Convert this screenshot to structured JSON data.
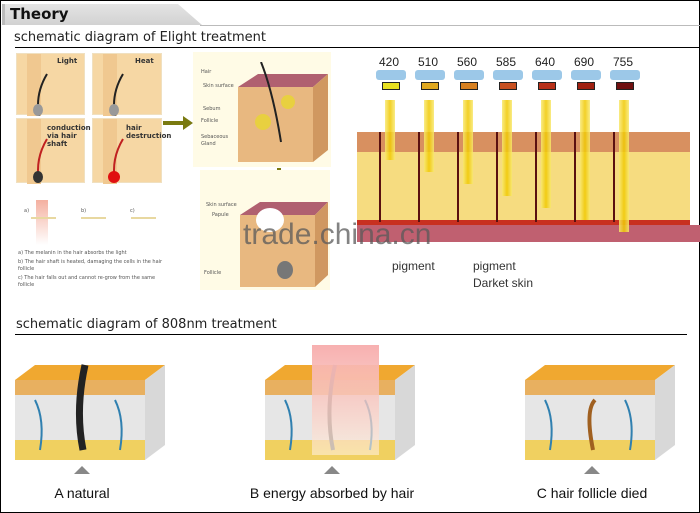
{
  "header": {
    "title": "Theory"
  },
  "elight": {
    "title": "schematic diagram of Elight treatment",
    "panels": [
      "Light",
      "Heat",
      "conduction via hair shaft",
      "hair destruction"
    ],
    "steps": [
      "a)",
      "b)",
      "c)"
    ],
    "captions": [
      "a) The melanin in the hair absorbs the light",
      "b) The hair shaft is heated, damaging the cells in the hair follicle",
      "c) The hair falls out and cannot re-grow from the same follicle"
    ],
    "anatomy_top": [
      "Hair",
      "Skin surface",
      "Sebum",
      "Follicle",
      "Sebaceous Gland"
    ],
    "anatomy_bottom": [
      "Skin surface",
      "Papule",
      "Follicle"
    ],
    "wavelengths": [
      "420",
      "510",
      "560",
      "585",
      "640",
      "690",
      "755"
    ],
    "filter_colors": [
      "#e8e020",
      "#e0a820",
      "#d88020",
      "#c85020",
      "#b83018",
      "#a02010",
      "#701010"
    ],
    "notes": [
      "pigment",
      "pigment",
      "Darket skin"
    ]
  },
  "watermark": "trade.china.cn",
  "nm808": {
    "title": "schematic diagram of 808nm treatment",
    "stages": [
      "A natural",
      "B energy absorbed by hair",
      "C hair follicle died"
    ]
  }
}
